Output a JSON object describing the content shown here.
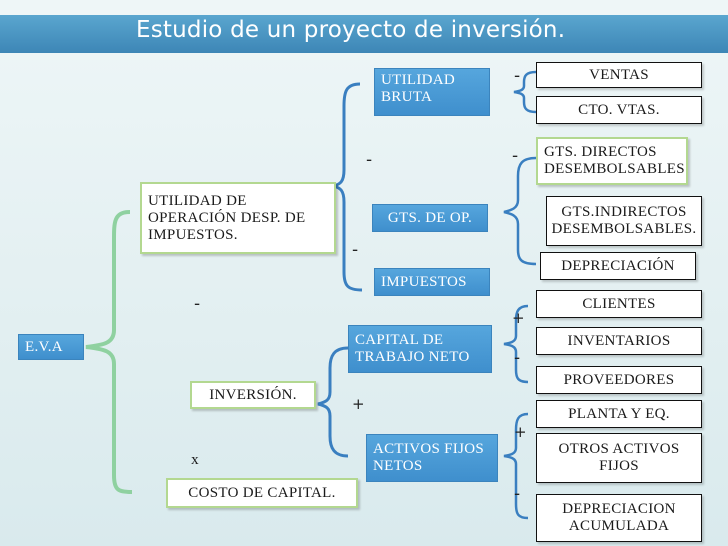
{
  "title": "Estudio de un proyecto de inversión.",
  "nodes": {
    "eva": "E.V.A",
    "uodi": "UTILIDAD DE OPERACIÓN DESP. DE IMPUESTOS.",
    "inversion": "INVERSIÓN.",
    "multiplier": "x",
    "costo_capital": "COSTO DE CAPITAL.",
    "utilidad_bruta": "UTILIDAD BRUTA",
    "gts_op": "GTS. DE OP.",
    "impuestos": "IMPUESTOS",
    "capital_trabajo": "CAPITAL DE TRABAJO NETO",
    "activos_fijos": "ACTIVOS FIJOS NETOS",
    "ventas": "VENTAS",
    "cto_vtas": "CTO. VTAS.",
    "gts_directos": "GTS. DIRECTOS DESEMBOLSABLES",
    "gts_indirectos": "GTS.INDIRECTOS DESEMBOLSABLES.",
    "depreciacion": "DEPRECIACIÓN",
    "clientes": "CLIENTES",
    "inventarios": "INVENTARIOS",
    "proveedores": "PROVEEDORES",
    "planta_eq": "PLANTA  Y EQ.",
    "otros_activos": "OTROS ACTIVOS FIJOS",
    "depreciacion_acum": "DEPRECIACION ACUMULADA"
  },
  "signs": {
    "minus_eva": "-",
    "minus_ub_gts": "-",
    "minus_gts_imp": "-",
    "minus_ventas": "-",
    "minus_gts_directos": "-",
    "plus_clientes": "+",
    "minus_proveedores": "-",
    "plus_activos": "+",
    "plus_planta": "+",
    "minus_dep_acum": "-"
  },
  "colors": {
    "title_bar": "#4a97c6",
    "blue_box": "#4a9ad6",
    "connector": "#3a7fc0",
    "eva_connector": "#8fd1a0",
    "green_border": "#b3d890"
  }
}
